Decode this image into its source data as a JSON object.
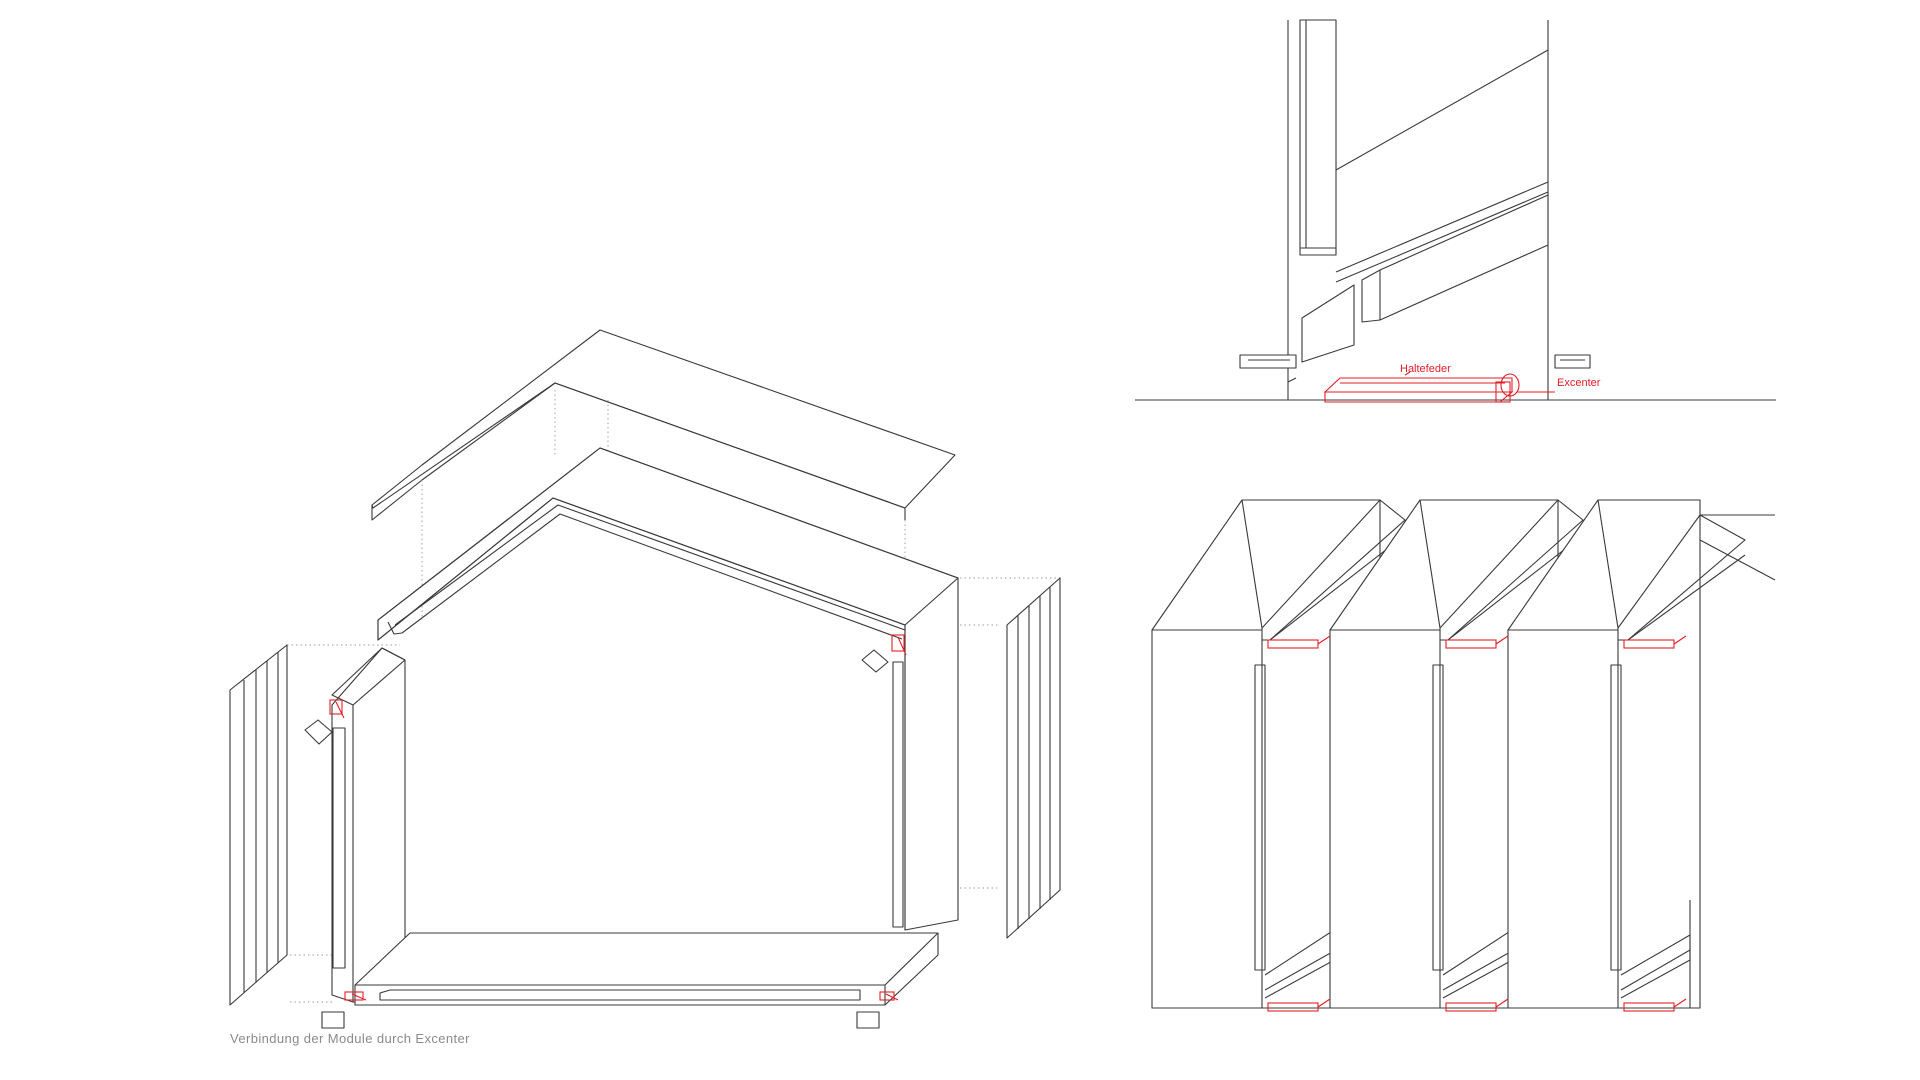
{
  "caption": "Verbindung der Module durch Excenter",
  "labels": {
    "spring": "Haltefeder",
    "eccentric": "Excenter"
  },
  "colors": {
    "line": "#3a3a3a",
    "highlight": "#e41e26",
    "caption": "#8a8a8a"
  }
}
